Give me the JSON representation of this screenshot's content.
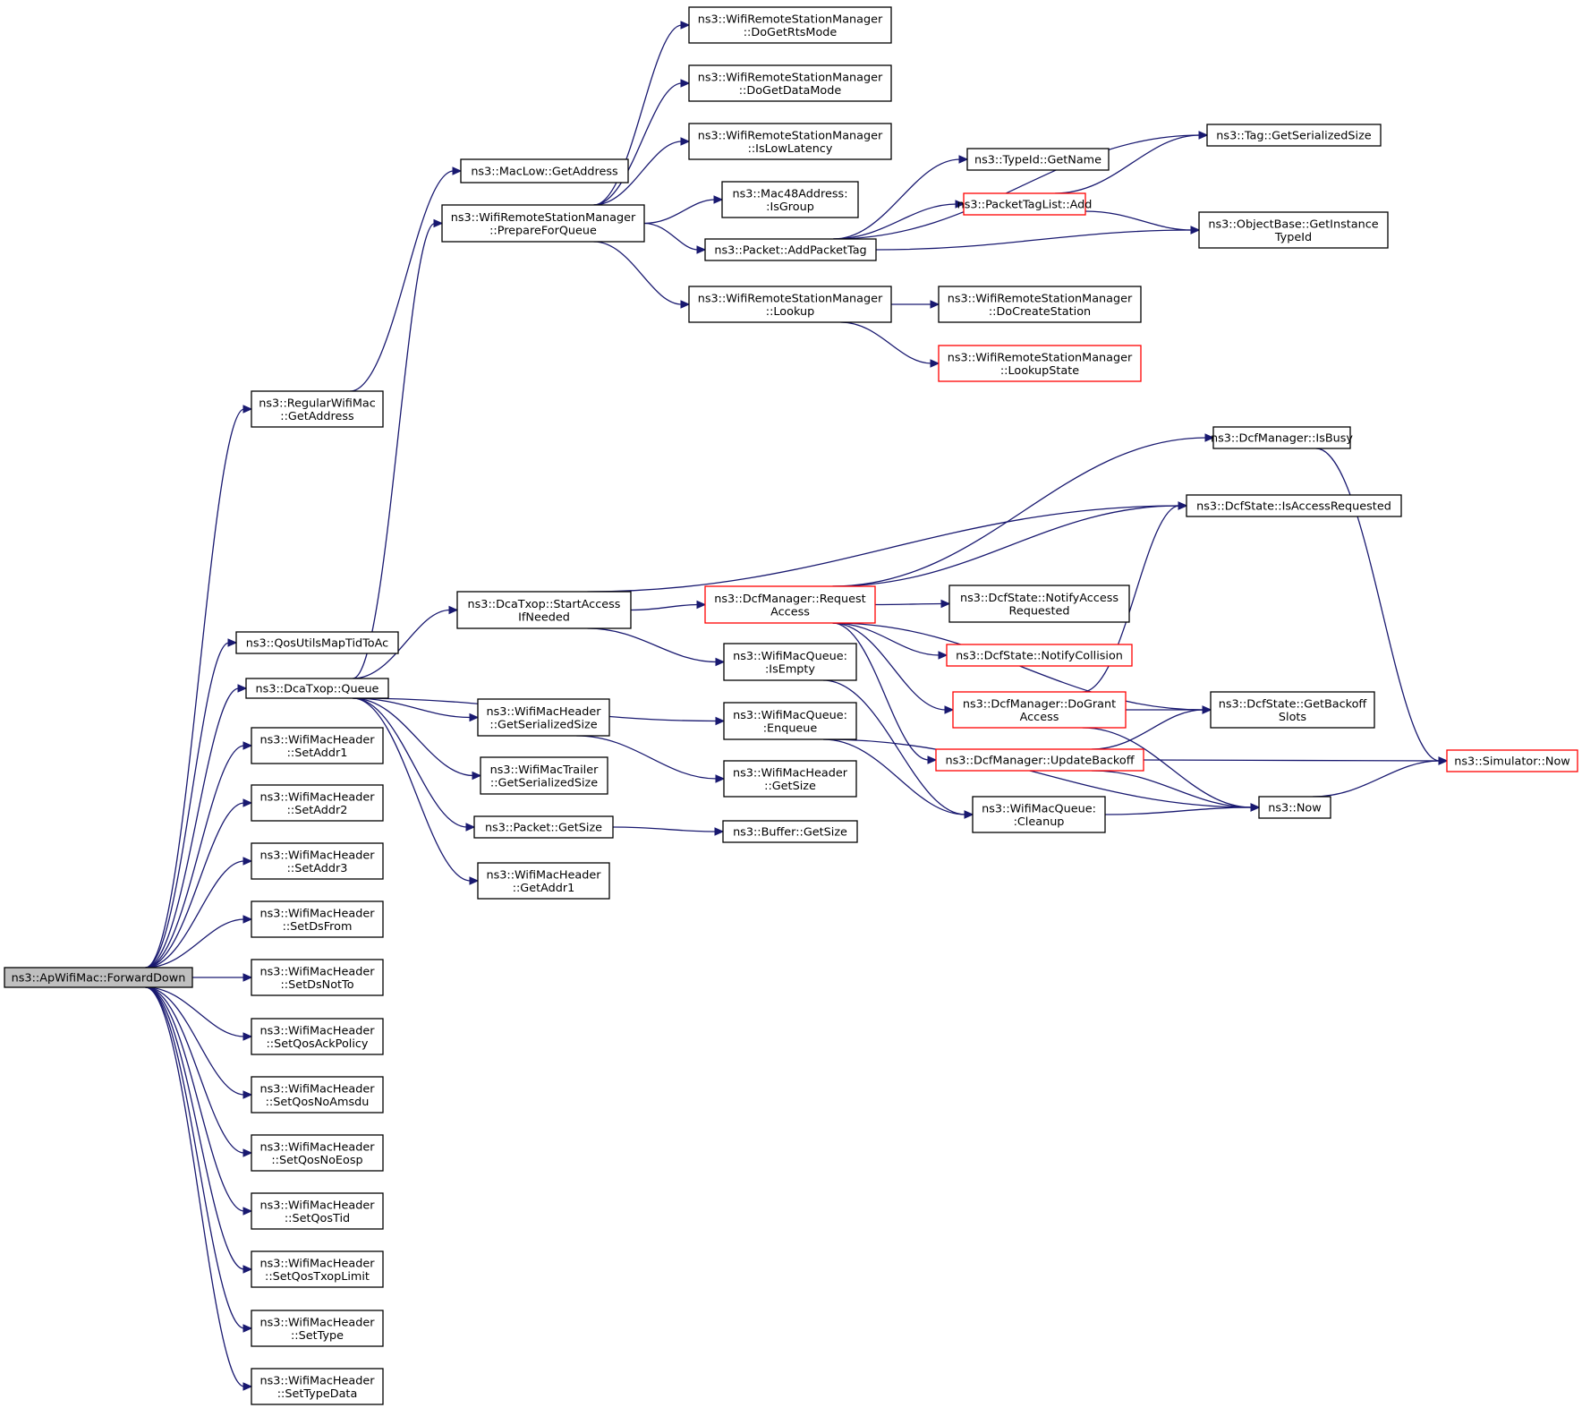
{
  "graph": {
    "nodes": [
      {
        "id": "fwd",
        "lines": [
          "ns3::ApWifiMac::ForwardDown"
        ],
        "style": "root"
      },
      {
        "id": "regGetAddr",
        "lines": [
          "ns3::RegularWifiMac",
          "::GetAddress"
        ],
        "style": "normal"
      },
      {
        "id": "qosMap",
        "lines": [
          "ns3::QosUtilsMapTidToAc"
        ],
        "style": "normal"
      },
      {
        "id": "dcaQueue",
        "lines": [
          "ns3::DcaTxop::Queue"
        ],
        "style": "normal"
      },
      {
        "id": "setAddr1",
        "lines": [
          "ns3::WifiMacHeader",
          "::SetAddr1"
        ],
        "style": "normal"
      },
      {
        "id": "setAddr2",
        "lines": [
          "ns3::WifiMacHeader",
          "::SetAddr2"
        ],
        "style": "normal"
      },
      {
        "id": "setAddr3",
        "lines": [
          "ns3::WifiMacHeader",
          "::SetAddr3"
        ],
        "style": "normal"
      },
      {
        "id": "setDsFrom",
        "lines": [
          "ns3::WifiMacHeader",
          "::SetDsFrom"
        ],
        "style": "normal"
      },
      {
        "id": "setDsNotTo",
        "lines": [
          "ns3::WifiMacHeader",
          "::SetDsNotTo"
        ],
        "style": "normal"
      },
      {
        "id": "setQosAck",
        "lines": [
          "ns3::WifiMacHeader",
          "::SetQosAckPolicy"
        ],
        "style": "normal"
      },
      {
        "id": "setQosNoAmsdu",
        "lines": [
          "ns3::WifiMacHeader",
          "::SetQosNoAmsdu"
        ],
        "style": "normal"
      },
      {
        "id": "setQosNoEosp",
        "lines": [
          "ns3::WifiMacHeader",
          "::SetQosNoEosp"
        ],
        "style": "normal"
      },
      {
        "id": "setQosTid",
        "lines": [
          "ns3::WifiMacHeader",
          "::SetQosTid"
        ],
        "style": "normal"
      },
      {
        "id": "setQosTxop",
        "lines": [
          "ns3::WifiMacHeader",
          "::SetQosTxopLimit"
        ],
        "style": "normal"
      },
      {
        "id": "setType",
        "lines": [
          "ns3::WifiMacHeader",
          "::SetType"
        ],
        "style": "normal"
      },
      {
        "id": "setTypeData",
        "lines": [
          "ns3::WifiMacHeader",
          "::SetTypeData"
        ],
        "style": "normal"
      },
      {
        "id": "macLowAddr",
        "lines": [
          "ns3::MacLow::GetAddress"
        ],
        "style": "normal"
      },
      {
        "id": "prepQueue",
        "lines": [
          "ns3::WifiRemoteStationManager",
          "::PrepareForQueue"
        ],
        "style": "normal"
      },
      {
        "id": "startAccess",
        "lines": [
          "ns3::DcaTxop::StartAccess",
          "IfNeeded"
        ],
        "style": "normal"
      },
      {
        "id": "hdrSerSize",
        "lines": [
          "ns3::WifiMacHeader",
          "::GetSerializedSize"
        ],
        "style": "normal"
      },
      {
        "id": "trailerSer",
        "lines": [
          "ns3::WifiMacTrailer",
          "::GetSerializedSize"
        ],
        "style": "normal"
      },
      {
        "id": "pktGetSize",
        "lines": [
          "ns3::Packet::GetSize"
        ],
        "style": "normal"
      },
      {
        "id": "getAddr1",
        "lines": [
          "ns3::WifiMacHeader",
          "::GetAddr1"
        ],
        "style": "normal"
      },
      {
        "id": "rtsMode",
        "lines": [
          "ns3::WifiRemoteStationManager",
          "::DoGetRtsMode"
        ],
        "style": "normal"
      },
      {
        "id": "dataMode",
        "lines": [
          "ns3::WifiRemoteStationManager",
          "::DoGetDataMode"
        ],
        "style": "normal"
      },
      {
        "id": "lowLat",
        "lines": [
          "ns3::WifiRemoteStationManager",
          "::IsLowLatency"
        ],
        "style": "normal"
      },
      {
        "id": "isGroup",
        "lines": [
          "ns3::Mac48Address:",
          ":IsGroup"
        ],
        "style": "normal"
      },
      {
        "id": "addPktTag",
        "lines": [
          "ns3::Packet::AddPacketTag"
        ],
        "style": "normal"
      },
      {
        "id": "lookup",
        "lines": [
          "ns3::WifiRemoteStationManager",
          "::Lookup"
        ],
        "style": "normal"
      },
      {
        "id": "reqAccess",
        "lines": [
          "ns3::DcfManager::Request",
          "Access"
        ],
        "style": "red"
      },
      {
        "id": "qIsEmpty",
        "lines": [
          "ns3::WifiMacQueue:",
          ":IsEmpty"
        ],
        "style": "normal"
      },
      {
        "id": "qEnqueue",
        "lines": [
          "ns3::WifiMacQueue:",
          ":Enqueue"
        ],
        "style": "normal"
      },
      {
        "id": "hdrGetSize",
        "lines": [
          "ns3::WifiMacHeader",
          "::GetSize"
        ],
        "style": "normal"
      },
      {
        "id": "bufGetSize",
        "lines": [
          "ns3::Buffer::GetSize"
        ],
        "style": "normal"
      },
      {
        "id": "typeIdName",
        "lines": [
          "ns3::TypeId::GetName"
        ],
        "style": "normal"
      },
      {
        "id": "ptlAdd",
        "lines": [
          "ns3::PacketTagList::Add"
        ],
        "style": "red"
      },
      {
        "id": "doCreateSta",
        "lines": [
          "ns3::WifiRemoteStationManager",
          "::DoCreateStation"
        ],
        "style": "normal"
      },
      {
        "id": "lookupState",
        "lines": [
          "ns3::WifiRemoteStationManager",
          "::LookupState"
        ],
        "style": "red"
      },
      {
        "id": "notifyAccReq",
        "lines": [
          "ns3::DcfState::NotifyAccess",
          "Requested"
        ],
        "style": "normal"
      },
      {
        "id": "notifyColl",
        "lines": [
          "ns3::DcfState::NotifyCollision"
        ],
        "style": "red"
      },
      {
        "id": "doGrant",
        "lines": [
          "ns3::DcfManager::DoGrant",
          "Access"
        ],
        "style": "red"
      },
      {
        "id": "updBackoff",
        "lines": [
          "ns3::DcfManager::UpdateBackoff"
        ],
        "style": "red"
      },
      {
        "id": "qCleanup",
        "lines": [
          "ns3::WifiMacQueue:",
          ":Cleanup"
        ],
        "style": "normal"
      },
      {
        "id": "tagSerSize",
        "lines": [
          "ns3::Tag::GetSerializedSize"
        ],
        "style": "normal"
      },
      {
        "id": "objBaseTid",
        "lines": [
          "ns3::ObjectBase::GetInstance",
          "TypeId"
        ],
        "style": "normal"
      },
      {
        "id": "isBusy",
        "lines": [
          "ns3::DcfManager::IsBusy"
        ],
        "style": "normal"
      },
      {
        "id": "isAccReq",
        "lines": [
          "ns3::DcfState::IsAccessRequested"
        ],
        "style": "normal"
      },
      {
        "id": "backoffSlots",
        "lines": [
          "ns3::DcfState::GetBackoff",
          "Slots"
        ],
        "style": "normal"
      },
      {
        "id": "now",
        "lines": [
          "ns3::Now"
        ],
        "style": "normal"
      },
      {
        "id": "simNow",
        "lines": [
          "ns3::Simulator::Now"
        ],
        "style": "red"
      }
    ],
    "edges": [
      [
        "fwd",
        "regGetAddr"
      ],
      [
        "fwd",
        "qosMap"
      ],
      [
        "fwd",
        "dcaQueue"
      ],
      [
        "fwd",
        "setAddr1"
      ],
      [
        "fwd",
        "setAddr2"
      ],
      [
        "fwd",
        "setAddr3"
      ],
      [
        "fwd",
        "setDsFrom"
      ],
      [
        "fwd",
        "setDsNotTo"
      ],
      [
        "fwd",
        "setQosAck"
      ],
      [
        "fwd",
        "setQosNoAmsdu"
      ],
      [
        "fwd",
        "setQosNoEosp"
      ],
      [
        "fwd",
        "setQosTid"
      ],
      [
        "fwd",
        "setQosTxop"
      ],
      [
        "fwd",
        "setType"
      ],
      [
        "fwd",
        "setTypeData"
      ],
      [
        "regGetAddr",
        "macLowAddr"
      ],
      [
        "dcaQueue",
        "prepQueue"
      ],
      [
        "dcaQueue",
        "startAccess"
      ],
      [
        "dcaQueue",
        "hdrSerSize"
      ],
      [
        "dcaQueue",
        "trailerSer"
      ],
      [
        "dcaQueue",
        "pktGetSize"
      ],
      [
        "dcaQueue",
        "getAddr1"
      ],
      [
        "dcaQueue",
        "qEnqueue"
      ],
      [
        "prepQueue",
        "rtsMode"
      ],
      [
        "prepQueue",
        "dataMode"
      ],
      [
        "prepQueue",
        "lowLat"
      ],
      [
        "prepQueue",
        "isGroup"
      ],
      [
        "prepQueue",
        "addPktTag"
      ],
      [
        "prepQueue",
        "lookup"
      ],
      [
        "startAccess",
        "reqAccess"
      ],
      [
        "startAccess",
        "qIsEmpty"
      ],
      [
        "startAccess",
        "isAccReq"
      ],
      [
        "hdrSerSize",
        "hdrGetSize"
      ],
      [
        "pktGetSize",
        "bufGetSize"
      ],
      [
        "addPktTag",
        "typeIdName"
      ],
      [
        "addPktTag",
        "ptlAdd"
      ],
      [
        "addPktTag",
        "tagSerSize"
      ],
      [
        "addPktTag",
        "objBaseTid"
      ],
      [
        "ptlAdd",
        "tagSerSize"
      ],
      [
        "ptlAdd",
        "objBaseTid"
      ],
      [
        "lookup",
        "doCreateSta"
      ],
      [
        "lookup",
        "lookupState"
      ],
      [
        "reqAccess",
        "isBusy"
      ],
      [
        "reqAccess",
        "isAccReq"
      ],
      [
        "reqAccess",
        "backoffSlots"
      ],
      [
        "reqAccess",
        "notifyAccReq"
      ],
      [
        "reqAccess",
        "notifyColl"
      ],
      [
        "reqAccess",
        "doGrant"
      ],
      [
        "reqAccess",
        "updBackoff"
      ],
      [
        "qIsEmpty",
        "qCleanup"
      ],
      [
        "qEnqueue",
        "qCleanup"
      ],
      [
        "qEnqueue",
        "now"
      ],
      [
        "doGrant",
        "isAccReq"
      ],
      [
        "doGrant",
        "backoffSlots"
      ],
      [
        "doGrant",
        "now"
      ],
      [
        "updBackoff",
        "backoffSlots"
      ],
      [
        "updBackoff",
        "simNow"
      ],
      [
        "updBackoff",
        "now"
      ],
      [
        "qCleanup",
        "now"
      ],
      [
        "now",
        "simNow"
      ],
      [
        "isBusy",
        "simNow"
      ]
    ]
  }
}
